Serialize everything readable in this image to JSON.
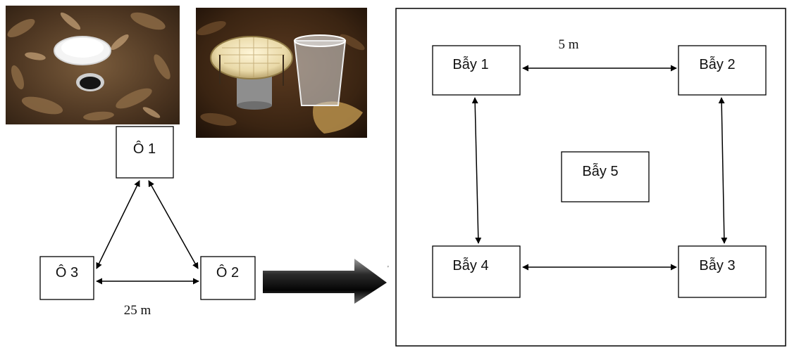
{
  "photos": {
    "left": {
      "description_icon": "pitfall-trap-open-photo-icon"
    },
    "right": {
      "description_icon": "pitfall-trap-covered-photo-icon"
    }
  },
  "plots": {
    "o1": "Ô 1",
    "o2": "Ô 2",
    "o3": "Ô 3",
    "distance": "25 m"
  },
  "traps": {
    "b1": "Bẫy 1",
    "b2": "Bẫy 2",
    "b3": "Bẫy 3",
    "b4": "Bẫy 4",
    "b5": "Bẫy 5",
    "distance": "5 m",
    "stray_mark": "'"
  },
  "colors": {
    "line": "#000000",
    "arrow_dark": "#111111",
    "arrow_light": "#8a8a8a"
  }
}
